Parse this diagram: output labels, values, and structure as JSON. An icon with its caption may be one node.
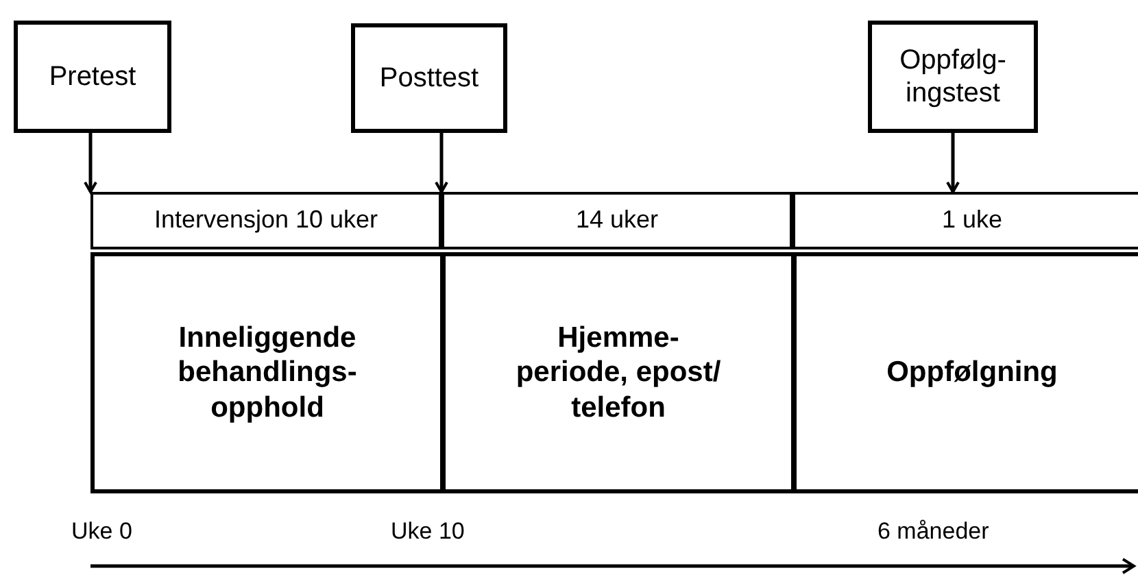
{
  "diagram": {
    "nodes": [
      {
        "text": [
          "Pretest"
        ]
      },
      {
        "text": [
          "Posttest"
        ]
      },
      {
        "text": [
          "Oppfølg- ingstest"
        ]
      },
      {
        "text": [
          "Intervensjon 10 uker"
        ]
      },
      {
        "text": [
          "14 uker"
        ]
      },
      {
        "text": [
          "1 uke"
        ]
      },
      {
        "text": [
          "Inneliggende behandlings- opphold"
        ]
      },
      {
        "text": [
          "Hjemme- periode, epost/ telefon"
        ]
      },
      {
        "text": [
          "Oppfølgning"
        ]
      }
    ],
    "edges": [
      {
        "from": 0,
        "to": 3,
        "arrow": "to"
      },
      {
        "from": 1,
        "to": 4,
        "arrow": "to"
      },
      {
        "from": 2,
        "to": 5,
        "arrow": "to"
      }
    ],
    "labels": [
      "Uke 0",
      "Uke 10",
      "6 måneder"
    ]
  }
}
